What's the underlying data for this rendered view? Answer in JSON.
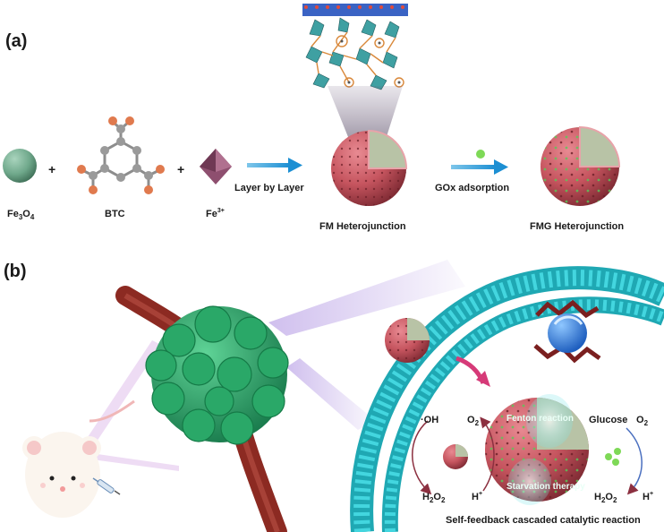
{
  "panels": {
    "a": "(a)",
    "b": "(b)"
  },
  "panel_a": {
    "reagents": {
      "fe3o4": "Fe3O4",
      "btc": "BTC",
      "fe3": "Fe3+"
    },
    "plus_signs": [
      "+",
      "+"
    ],
    "step1": "Layer by Layer",
    "step2": "GOx adsorption",
    "product1": "FM Heterojunction",
    "product2": "FMG Heterojunction"
  },
  "panel_b": {
    "left_cycle": {
      "oh": "·OH",
      "o2": "O2",
      "h2o2": "H2O2",
      "h": "H+"
    },
    "right_cycle": {
      "glucose": "Glucose",
      "o2": "O2",
      "h2o2": "H2O2",
      "h": "H+"
    },
    "fenton": "Fenton reaction",
    "starvation": "Starvation therapy",
    "caption": "Self-feedback cascaded catalytic reaction"
  },
  "colors": {
    "sphere_red": "#c6555f",
    "core_green": "#b8c3a6",
    "fe3o4_green": "#6fa88b",
    "membrane_cyan": "#2fc7d1",
    "tumor_green": "#2ea86a",
    "vessel_red": "#8c2a22",
    "arrow_blue": "#2b9bd8",
    "arrow_pink": "#d63a78"
  }
}
